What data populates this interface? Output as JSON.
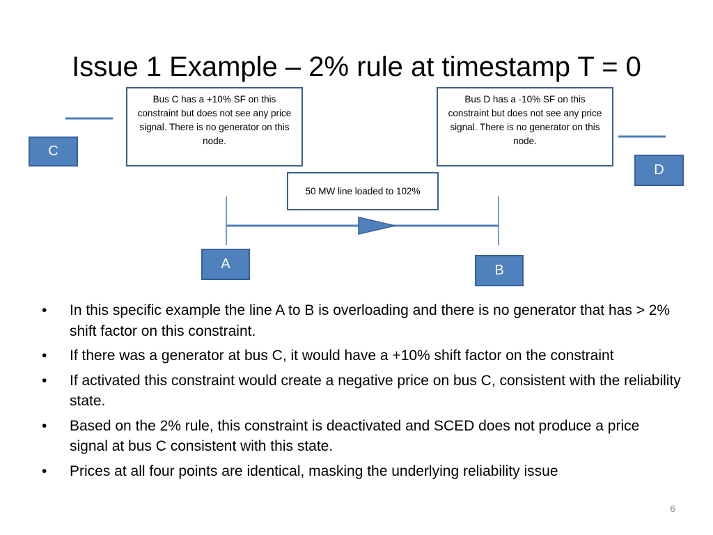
{
  "slide": {
    "title": "Issue 1 Example – 2% rule at timestamp T = 0",
    "page_number": "6"
  },
  "diagram": {
    "callout_c": "Bus C has a +10% SF on this constraint but does not see any price signal. There is no generator on this node.",
    "callout_d": "Bus D has a -10% SF on this constraint but does not see any price signal. There is no generator on this node.",
    "line_label": "50 MW line loaded to 102%",
    "buses": {
      "a": "A",
      "b": "B",
      "c": "C",
      "d": "D"
    },
    "colors": {
      "bus_fill": "#4f81bd",
      "line": "#4a7ebb",
      "callout_border": "#3a5f8f"
    }
  },
  "bullets": [
    "In this specific example the line A to B is overloading and there is no generator that has > 2% shift factor on this constraint.",
    "If there was a generator at bus C, it would have a +10% shift factor on the constraint",
    "If activated this constraint would create a negative price on bus C, consistent with the reliability state.",
    "Based on the 2% rule, this constraint is deactivated and SCED does not produce a price signal at bus C consistent with this state.",
    "Prices at all four points are identical, masking the underlying reliability issue"
  ]
}
